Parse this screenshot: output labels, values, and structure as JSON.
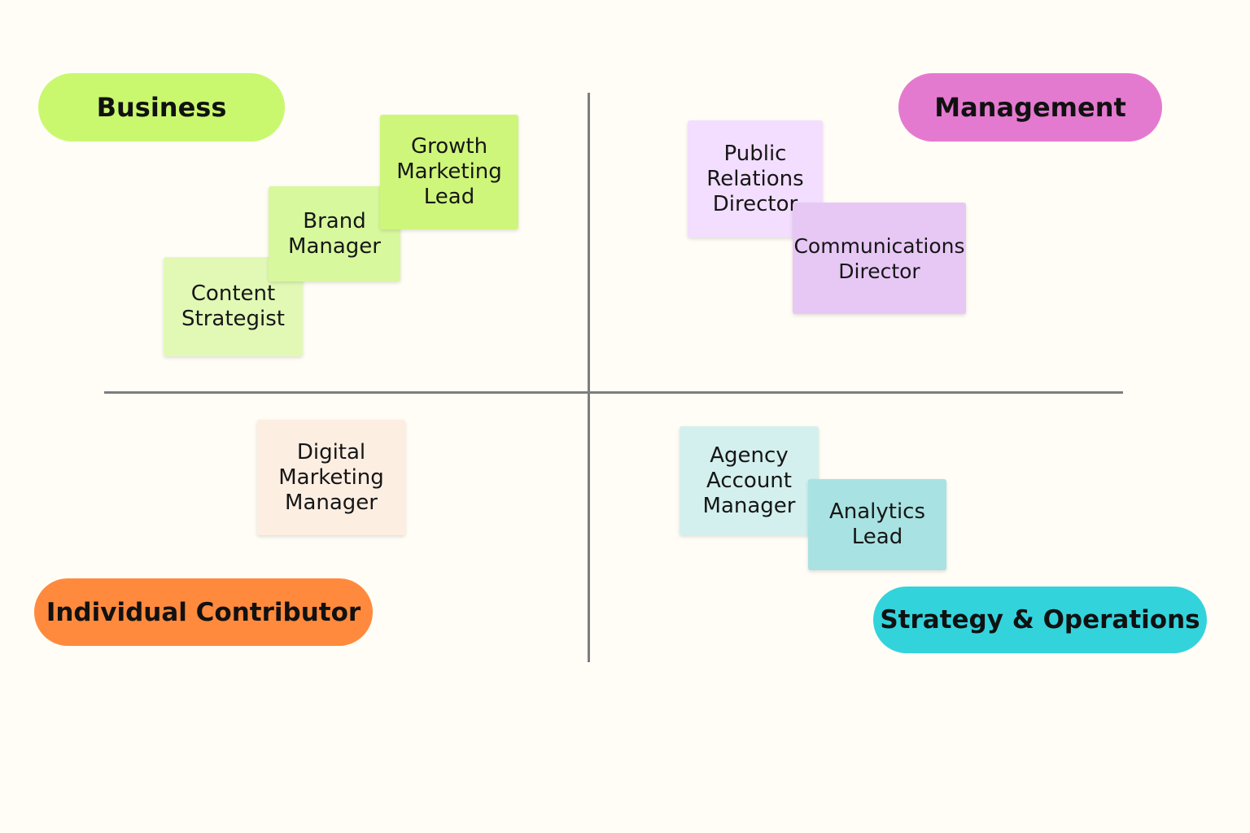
{
  "quadrant_labels": {
    "top_left": {
      "text": "Business",
      "color": "#c9f86f"
    },
    "top_right": {
      "text": "Management",
      "color": "#e47ad0"
    },
    "bottom_left": {
      "text": "Individual Contributor",
      "color": "#ff8a3d"
    },
    "bottom_right": {
      "text": "Strategy & Operations",
      "color": "#33d3dc"
    }
  },
  "notes": {
    "content_strategist": {
      "text": "Content\nStrategist",
      "color": "#e2f9b6"
    },
    "brand_manager": {
      "text": "Brand\nManager",
      "color": "#d8f89e"
    },
    "growth_marketing_lead": {
      "text": "Growth\nMarketing\nLead",
      "color": "#cef67a"
    },
    "public_relations_director": {
      "text": "Public\nRelations\nDirector",
      "color": "#f3deff"
    },
    "communications_director": {
      "text": "Communications\nDirector",
      "color": "#e7c8f5"
    },
    "digital_marketing_manager": {
      "text": "Digital\nMarketing\nManager",
      "color": "#fdeee2"
    },
    "agency_account_manager": {
      "text": "Agency\nAccount\nManager",
      "color": "#d3f0ee"
    },
    "analytics_lead": {
      "text": "Analytics\nLead",
      "color": "#a9e2e2"
    }
  }
}
